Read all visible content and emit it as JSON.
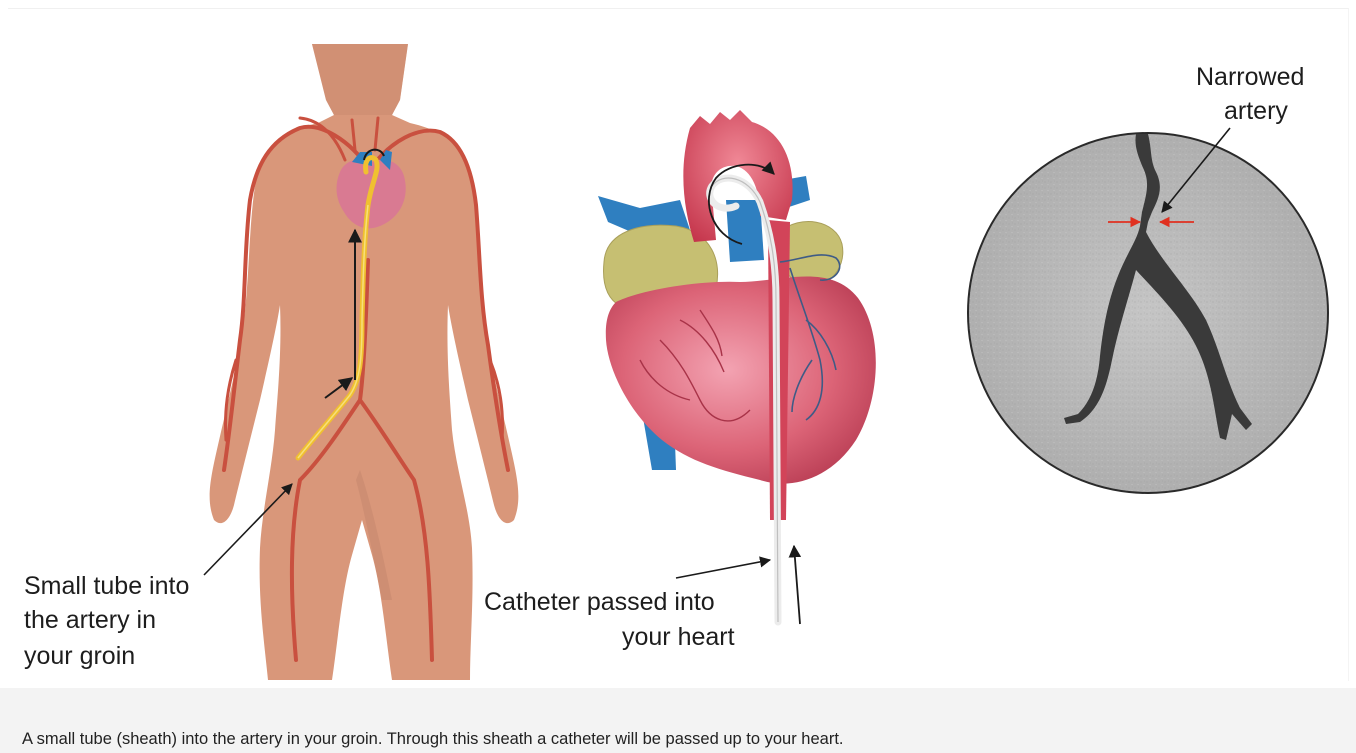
{
  "figure": {
    "labels": {
      "groin_line1": "Small tube into",
      "groin_line2": "the artery in",
      "groin_line3": "your groin",
      "catheter_line1": "Catheter passed into",
      "catheter_line2": "your heart",
      "narrowed_line1": "Narrowed",
      "narrowed_line2": "artery"
    },
    "caption": "A small tube (sheath) into the artery in your groin. Through this sheath a catheter will be passed up to your heart."
  },
  "colors": {
    "skin": "#d9977a",
    "artery": "#c9503f",
    "catheter": "#f0c030",
    "vein": "#2f7fc0",
    "heart": "#d75a6e",
    "atrium": "#c6bf72",
    "angiogram_bg": "#b9b9b9",
    "vessel": "#3a3a3a",
    "pointer": "#e03020"
  }
}
